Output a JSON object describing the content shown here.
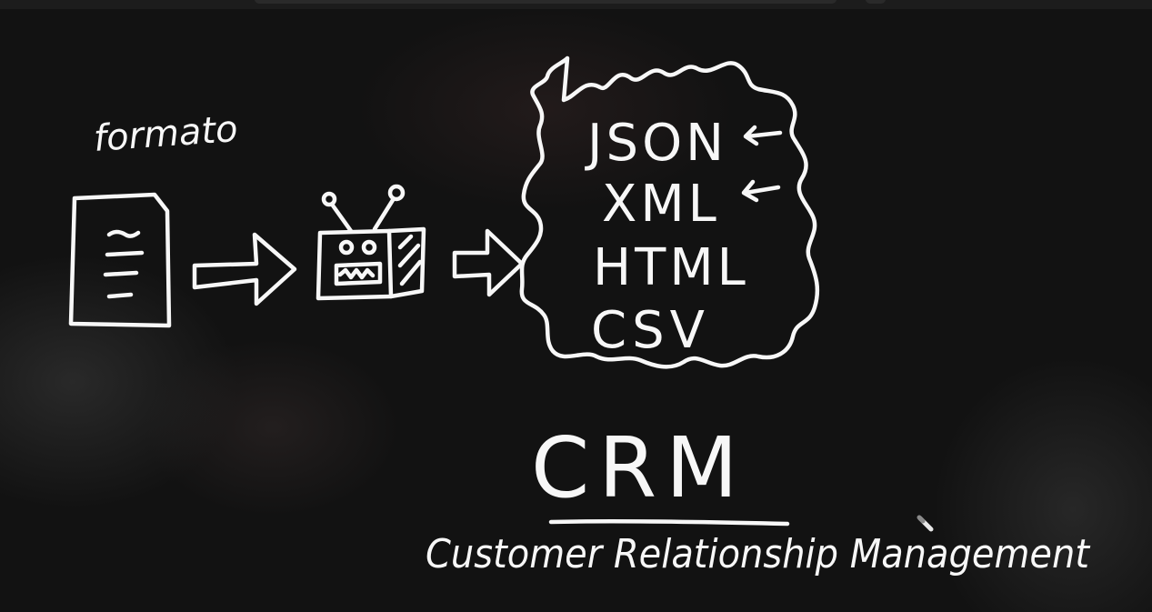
{
  "board": {
    "label_format": "formato",
    "formats": [
      "JSON",
      "XML",
      "HTML",
      "CSV"
    ],
    "acronym": "CRM",
    "acronym_full": "Customer Relationship Management"
  }
}
